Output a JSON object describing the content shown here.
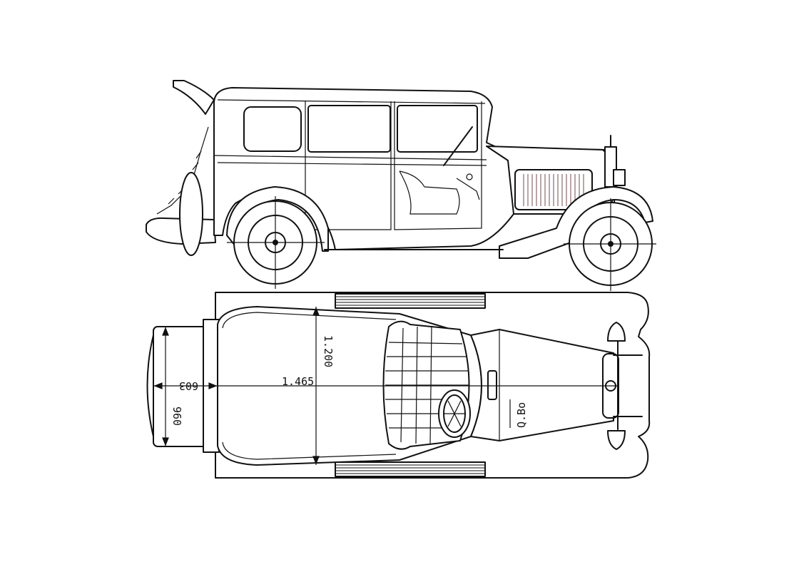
{
  "drawing": {
    "views": [
      "side-elevation",
      "top-plan"
    ],
    "colors": {
      "line": "#111111",
      "background": "#ffffff",
      "grille": "#8a6a6a"
    }
  },
  "dimensions": {
    "overall_width": "1.465",
    "body_width": "1.200",
    "rear_overhang": "603",
    "rear_width": "960",
    "front_mark": "Q.Bo"
  }
}
